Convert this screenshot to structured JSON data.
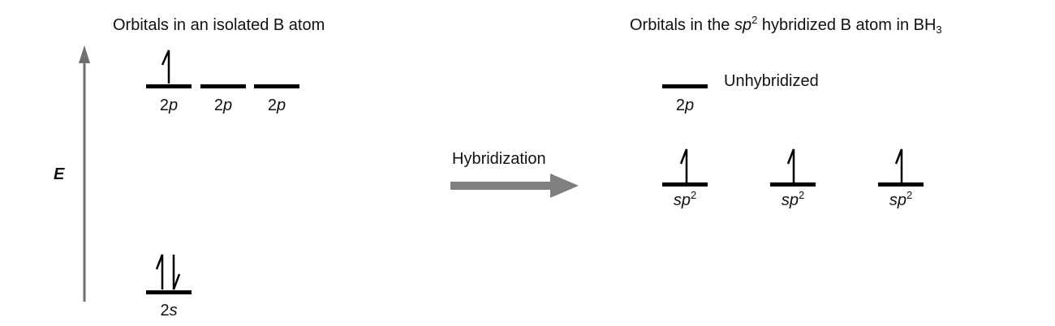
{
  "left_panel": {
    "title": "Orbitals in an isolated B atom",
    "energy_axis_label": "E",
    "orbitals": [
      {
        "name": "2p",
        "label_main": "2",
        "label_italic": "p",
        "electrons": "up"
      },
      {
        "name": "2p",
        "label_main": "2",
        "label_italic": "p",
        "electrons": "none"
      },
      {
        "name": "2p",
        "label_main": "2",
        "label_italic": "p",
        "electrons": "none"
      },
      {
        "name": "2s",
        "label_main": "2",
        "label_italic": "s",
        "electrons": "up-down"
      }
    ]
  },
  "transition": {
    "label": "Hybridization",
    "arrow_color": "#7f7f7f"
  },
  "right_panel": {
    "title_prefix": "Orbitals in the ",
    "title_italic": "sp",
    "title_sup": "2",
    "title_suffix": " hybridized B atom in BH",
    "title_sub": "3",
    "unhybridized": {
      "label_main": "2",
      "label_italic": "p",
      "note": "Unhybridized",
      "electrons": "none"
    },
    "hybrids": [
      {
        "label_italic": "sp",
        "label_sup": "2",
        "electrons": "up"
      },
      {
        "label_italic": "sp",
        "label_sup": "2",
        "electrons": "up"
      },
      {
        "label_italic": "sp",
        "label_sup": "2",
        "electrons": "up"
      }
    ]
  },
  "colors": {
    "axis": "#6f6f6f",
    "level": "#000000"
  }
}
